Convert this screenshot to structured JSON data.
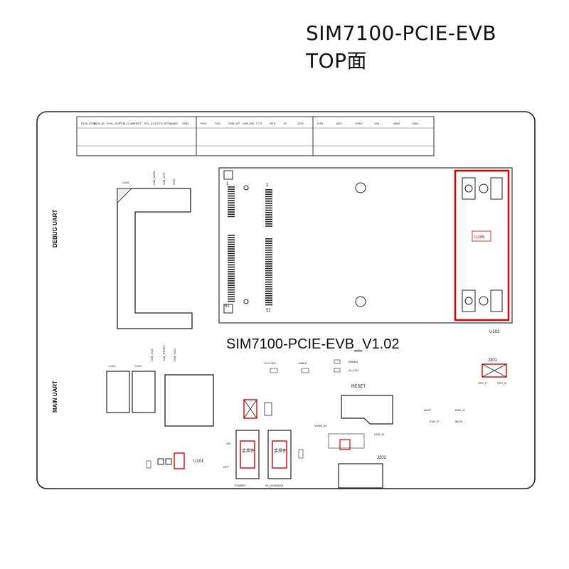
{
  "title": {
    "line1": "SIM7100-PCIE-EVB",
    "line2": "TOP面"
  },
  "board": {
    "name": "SIM7100-PCIE-EVB_V1.02",
    "highlight_color": "#e00000",
    "side_labels": {
      "debug_uart": "DEBUG UART",
      "main_uart": "MAIN UART"
    },
    "headers": {
      "left": [
        "PCM_SYNC",
        "PCM_IN",
        "PCM_OUT",
        "PCM_CLK",
        "RESET",
        "PCI_3.3V",
        "CTS_RTS",
        "WAKE",
        "GND"
      ],
      "middle": [
        "RXD",
        "TXD",
        "USB_DP",
        "USB_DN",
        "CTS",
        "RTS",
        "RI",
        "DCD"
      ],
      "right": [
        "DTR",
        "ADC",
        "GPIO",
        "1V8",
        "VBAT",
        "GND"
      ]
    },
    "refdes": {
      "u104": "U104",
      "u106": "U106",
      "u103": "U103",
      "u101": "U101",
      "j301": "J301",
      "j202": "J202",
      "c122": "C122",
      "c123": "C123",
      "pin1": "1",
      "pin2": "2",
      "pin51": "51",
      "pin52": "52"
    },
    "labels": {
      "vcc3v3": "VCC3V3",
      "wake": "WAKE",
      "wwan": "WWAN",
      "wlan": "W_LAN",
      "reset": "RESET",
      "on": "ON",
      "off": "OFF",
      "power": "POWER",
      "w_disable": "W_DISABLE#",
      "hand_solder": "手焊件",
      "usb_id": "USB_ID",
      "vusb_in": "VUSB_IN",
      "micp": "MICP",
      "micn": "MICN",
      "ear_n": "EAR_N",
      "ear_p": "EAR_P",
      "spk_p": "SPK_P",
      "spk_n": "SPK_N",
      "uim_data": "UIM_DATA",
      "uim_vpp": "UIM_VPP",
      "uim_clk": "UIM_CLK",
      "uim_reset": "UIM_RESET",
      "uim_vdd": "UIM_VDD",
      "gnd": "GND"
    }
  }
}
